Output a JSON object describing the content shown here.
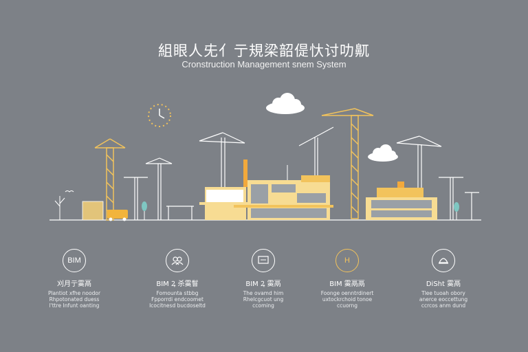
{
  "header": {
    "title": "組眼人兂亻亍規梁韶偍忕讨叻鼿",
    "subtitle": "Cronstruction Management snem System"
  },
  "features": [
    {
      "icon_text": "BIM",
      "label": "刈月亍霙鬲",
      "desc": "Plantiot  xfhe noodor\nRhpotonated duess\nl'ttre Infunt oanting"
    },
    {
      "icon_text": "",
      "label": "BIM Ꝝ 杀霙鬙",
      "desc": "Fomounta stbbg\nFpporrdi endcoomet\nIcocitnesd bucdoseltd"
    },
    {
      "icon_text": "",
      "label": "BIM Ꝝ 霙鬲",
      "desc": "The  ovamd him\nRhelcgcuot ung\nccoming"
    },
    {
      "icon_text": "H",
      "label": "BIM 霙鬲鬲",
      "desc": "Foonge oenntrdinert\nuxtockrchoid tonoe\nccuorng"
    },
    {
      "icon_text": "",
      "label": "DiSht 霙鬲",
      "desc": "Tlee tuoah obory\nanerce eoccettung\nccrcos anm dund"
    }
  ],
  "colors": {
    "background": "#7d8187",
    "accent": "#f2c35c",
    "building": "#f7dc93",
    "line": "#ffffff"
  }
}
